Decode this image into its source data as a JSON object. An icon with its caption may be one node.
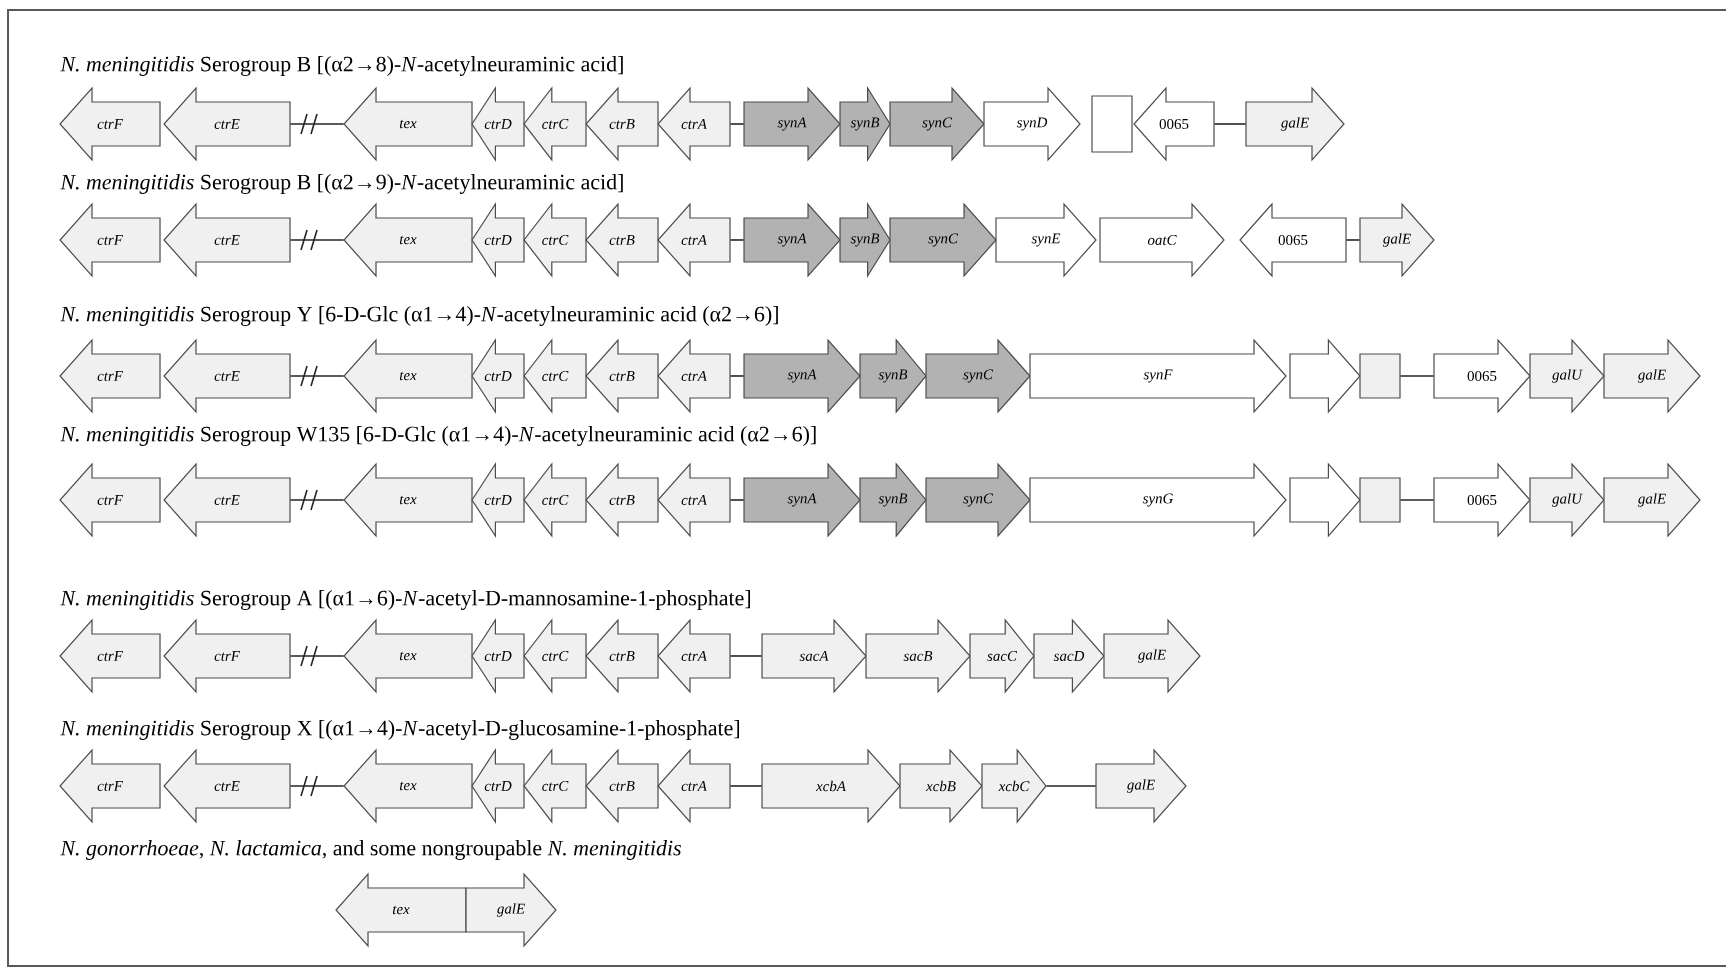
{
  "diagram": {
    "nodes": [
      {
        "text": [
          "ctrF"
        ]
      },
      {
        "text": [
          "ctrE"
        ]
      },
      {
        "text": [
          "tex"
        ]
      },
      {
        "text": [
          "ctrD"
        ]
      },
      {
        "text": [
          "ctrC"
        ]
      },
      {
        "text": [
          "ctrB"
        ]
      },
      {
        "text": [
          "ctrA"
        ]
      },
      {
        "text": [
          "synA"
        ]
      },
      {
        "text": [
          "synB"
        ]
      },
      {
        "text": [
          "synC"
        ]
      },
      {
        "text": [
          "synD"
        ]
      },
      {
        "text": [],
        "shape": "box"
      },
      {
        "text": [
          "0065"
        ]
      },
      {
        "text": [
          "galE"
        ]
      },
      {
        "text": [
          "ctrF"
        ]
      },
      {
        "text": [
          "ctrE"
        ]
      },
      {
        "text": [
          "tex"
        ]
      },
      {
        "text": [
          "ctrD"
        ]
      },
      {
        "text": [
          "ctrC"
        ]
      },
      {
        "text": [
          "ctrB"
        ]
      },
      {
        "text": [
          "ctrA"
        ]
      },
      {
        "text": [
          "synA"
        ]
      },
      {
        "text": [
          "synB"
        ]
      },
      {
        "text": [
          "synC"
        ]
      },
      {
        "text": [
          "synE"
        ]
      },
      {
        "text": [
          "oatC"
        ]
      },
      {
        "text": [
          "0065"
        ]
      },
      {
        "text": [
          "galE"
        ]
      },
      {
        "text": [
          "ctrF"
        ]
      },
      {
        "text": [
          "ctrE"
        ]
      },
      {
        "text": [
          "tex"
        ]
      },
      {
        "text": [
          "ctrD"
        ]
      },
      {
        "text": [
          "ctrC"
        ]
      },
      {
        "text": [
          "ctrB"
        ]
      },
      {
        "text": [
          "ctrA"
        ]
      },
      {
        "text": [
          "synA"
        ]
      },
      {
        "text": [
          "synB"
        ]
      },
      {
        "text": [
          "synC"
        ]
      },
      {
        "text": [
          "synF"
        ]
      },
      {
        "text": [],
        "shape": "arrow"
      },
      {
        "text": [],
        "shape": "box"
      },
      {
        "text": [
          "0065"
        ]
      },
      {
        "text": [
          "galU"
        ]
      },
      {
        "text": [
          "galE"
        ]
      },
      {
        "text": [
          "ctrF"
        ]
      },
      {
        "text": [
          "ctrE"
        ]
      },
      {
        "text": [
          "tex"
        ]
      },
      {
        "text": [
          "ctrD"
        ]
      },
      {
        "text": [
          "ctrC"
        ]
      },
      {
        "text": [
          "ctrB"
        ]
      },
      {
        "text": [
          "ctrA"
        ]
      },
      {
        "text": [
          "synA"
        ]
      },
      {
        "text": [
          "synB"
        ]
      },
      {
        "text": [
          "synC"
        ]
      },
      {
        "text": [
          "synG"
        ]
      },
      {
        "text": [],
        "shape": "arrow"
      },
      {
        "text": [],
        "shape": "box"
      },
      {
        "text": [
          "0065"
        ]
      },
      {
        "text": [
          "galU"
        ]
      },
      {
        "text": [
          "galE"
        ]
      },
      {
        "text": [
          "ctrF"
        ]
      },
      {
        "text": [
          "ctrF"
        ]
      },
      {
        "text": [
          "tex"
        ]
      },
      {
        "text": [
          "ctrD"
        ]
      },
      {
        "text": [
          "ctrC"
        ]
      },
      {
        "text": [
          "ctrB"
        ]
      },
      {
        "text": [
          "ctrA"
        ]
      },
      {
        "text": [
          "sacA"
        ]
      },
      {
        "text": [
          "sacB"
        ]
      },
      {
        "text": [
          "sacC"
        ]
      },
      {
        "text": [
          "sacD"
        ]
      },
      {
        "text": [
          "galE"
        ]
      },
      {
        "text": [
          "ctrF"
        ]
      },
      {
        "text": [
          "ctrE"
        ]
      },
      {
        "text": [
          "tex"
        ]
      },
      {
        "text": [
          "ctrD"
        ]
      },
      {
        "text": [
          "ctrC"
        ]
      },
      {
        "text": [
          "ctrB"
        ]
      },
      {
        "text": [
          "ctrA"
        ]
      },
      {
        "text": [
          "xcbA"
        ]
      },
      {
        "text": [
          "xcbB"
        ]
      },
      {
        "text": [
          "xcbC"
        ]
      },
      {
        "text": [
          "galE"
        ]
      },
      {
        "text": [
          "tex"
        ]
      },
      {
        "text": [
          "galE"
        ]
      }
    ],
    "edges": [
      {
        "from": 1,
        "to": 2,
        "arrow": "none"
      },
      {
        "from": 6,
        "to": 7,
        "arrow": "none"
      },
      {
        "from": 12,
        "to": 13,
        "arrow": "none"
      },
      {
        "from": 15,
        "to": 16,
        "arrow": "none"
      },
      {
        "from": 20,
        "to": 21,
        "arrow": "none"
      },
      {
        "from": 26,
        "to": 27,
        "arrow": "none"
      },
      {
        "from": 29,
        "to": 30,
        "arrow": "none"
      },
      {
        "from": 34,
        "to": 35,
        "arrow": "none"
      },
      {
        "from": 40,
        "to": 41,
        "arrow": "none"
      },
      {
        "from": 45,
        "to": 46,
        "arrow": "none"
      },
      {
        "from": 50,
        "to": 51,
        "arrow": "none"
      },
      {
        "from": 56,
        "to": 57,
        "arrow": "none"
      },
      {
        "from": 61,
        "to": 62,
        "arrow": "none"
      },
      {
        "from": 66,
        "to": 67,
        "arrow": "none"
      },
      {
        "from": 73,
        "to": 74,
        "arrow": "none"
      },
      {
        "from": 78,
        "to": 79,
        "arrow": "none"
      },
      {
        "from": 81,
        "to": 82,
        "arrow": "none"
      }
    ],
    "labels": [
      "*N. meningitidis* Serogroup B [(α2→8)-*N*-acetylneuraminic acid]",
      "*N. meningitidis* Serogroup B [(α2→9)-*N*-acetylneuraminic acid]",
      "*N. meningitidis* Serogroup Y [6-D-Glc (α1→4)-*N*-acetylneuraminic acid (α2→6)]",
      "*N. meningitidis* Serogroup W135 [6-D-Glc (α1→4)-*N*-acetylneuraminic acid (α2→6)]",
      "*N. meningitidis* Serogroup A [(α1→6)-*N*-acetyl-D-mannosamine-1-phosphate]",
      "*N. meningitidis* Serogroup X [(α1→4)-*N*-acetyl-D-glucosamine-1-phosphate]",
      "*N. gonorrhoeae*, *N. lactamica*, and some nongroupable *N. meningitidis*"
    ]
  }
}
